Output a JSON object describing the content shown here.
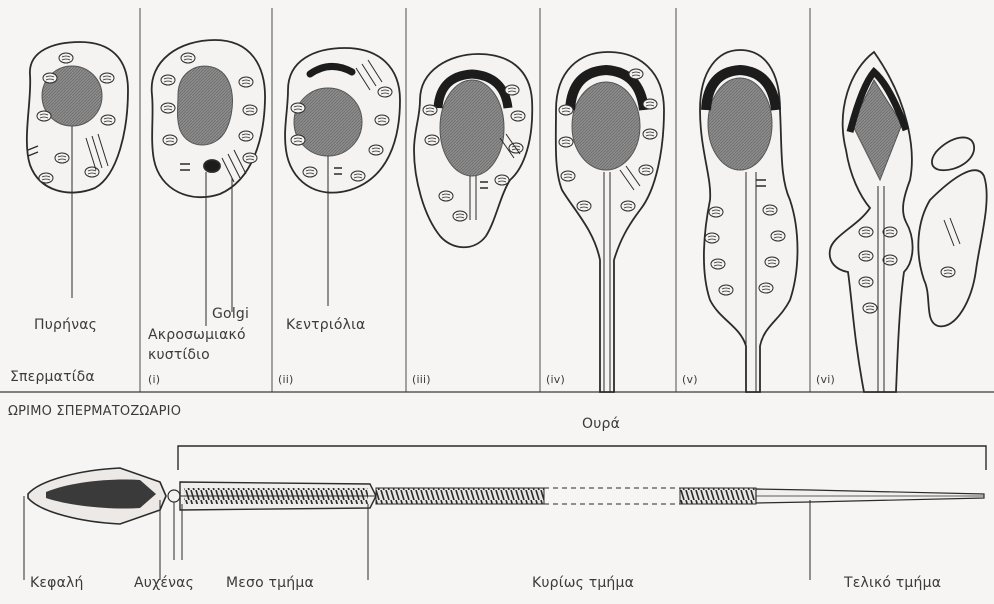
{
  "stages": {
    "spermatid": "Σπερματίδα",
    "i": "(i)",
    "ii": "(ii)",
    "iii": "(iii)",
    "iv": "(iv)",
    "v": "(v)",
    "vi": "(vi)"
  },
  "labels": {
    "nucleus": "Πυρήνας",
    "golgi": "Golgi",
    "acrosomal_line1": "Ακροσωμιακό",
    "acrosomal_line2": "κυστίδιο",
    "centrioles": "Κεντριόλια"
  },
  "mature": {
    "title": "ΩΡΙΜΟ ΣΠΕΡΜΑΤΟΖΩΑΡΙΟ",
    "tail": "Ουρά",
    "head": "Κεφαλή",
    "neck": "Αυχένας",
    "midpiece": "Μεσο τμήμα",
    "principal": "Κυρίως τμήμα",
    "endpiece": "Τελικό τμήμα"
  },
  "colors": {
    "background": "#f7f5f3",
    "line": "#2b2b2b",
    "nucleus": "#8a8a8a",
    "acrosome": "#1c1c1c"
  }
}
